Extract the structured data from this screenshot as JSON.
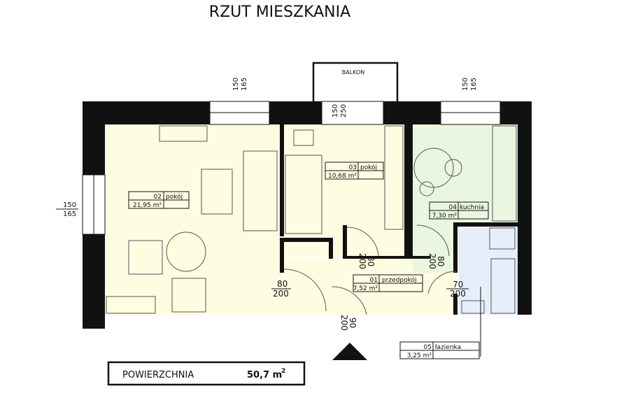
{
  "title": "RZUT MIESZKANIA",
  "balcony": "BALKON",
  "rooms": [
    {
      "no": "01",
      "name": "przedpokój",
      "area": "7,52 m²"
    },
    {
      "no": "02",
      "name": "pokój",
      "area": "21,95 m²"
    },
    {
      "no": "03",
      "name": "pokój",
      "area": "10,68 m²"
    },
    {
      "no": "04",
      "name": "kuchnia",
      "area": "7,30 m²"
    },
    {
      "no": "05",
      "name": "łazienka",
      "area": "3,25 m²"
    }
  ],
  "dimensions": {
    "win_left": [
      "150",
      "165"
    ],
    "win_top_left": [
      "150",
      "165"
    ],
    "win_balcony": [
      "150",
      "250"
    ],
    "win_kitchen": [
      "150",
      "165"
    ],
    "door_living": [
      "80",
      "200"
    ],
    "door_room3": [
      "80",
      "200"
    ],
    "door_kitchen": [
      "80",
      "200"
    ],
    "door_bath": [
      "70",
      "200"
    ],
    "door_entry": [
      "90",
      "200"
    ]
  },
  "summary": {
    "label": "POWIERZCHNIA",
    "value": "50,7 m",
    "unit_sup": "2"
  },
  "colors": {
    "living": "#fdfde2",
    "kitchen": "#eaf6df",
    "bath": "#e6eefa"
  }
}
